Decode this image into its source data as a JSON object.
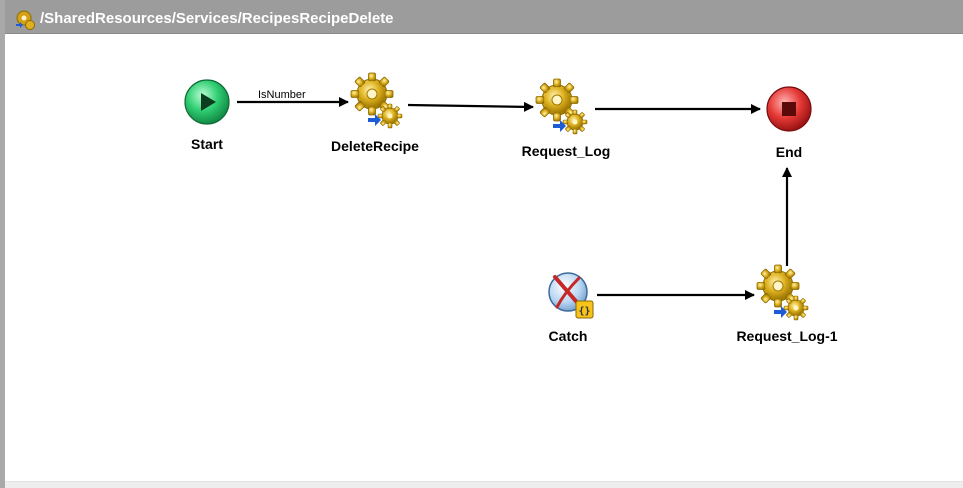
{
  "window": {
    "title": "/SharedResources/Services/RecipesRecipeDelete",
    "title_icon": "process-gear-icon"
  },
  "colors": {
    "titlebar": "#9c9c9c",
    "start_green": "#2ecc71",
    "end_red": "#e53935",
    "gear_gold": "#d4a017",
    "arrow": "#000000"
  },
  "diagram": {
    "nodes": {
      "start": {
        "label": "Start",
        "icon": "start-play-icon"
      },
      "delete_recipe": {
        "label": "DeleteRecipe",
        "icon": "activity-gear-icon"
      },
      "request_log": {
        "label": "Request_Log",
        "icon": "activity-gear-icon"
      },
      "end": {
        "label": "End",
        "icon": "end-stop-icon"
      },
      "catch": {
        "label": "Catch",
        "icon": "catch-icon"
      },
      "request_log_1": {
        "label": "Request_Log-1",
        "icon": "activity-gear-icon"
      }
    },
    "transitions": {
      "start_to_delete": {
        "label": "IsNumber"
      },
      "delete_to_log": {
        "label": ""
      },
      "log_to_end": {
        "label": ""
      },
      "catch_to_log1": {
        "label": ""
      },
      "log1_to_end": {
        "label": ""
      }
    }
  }
}
